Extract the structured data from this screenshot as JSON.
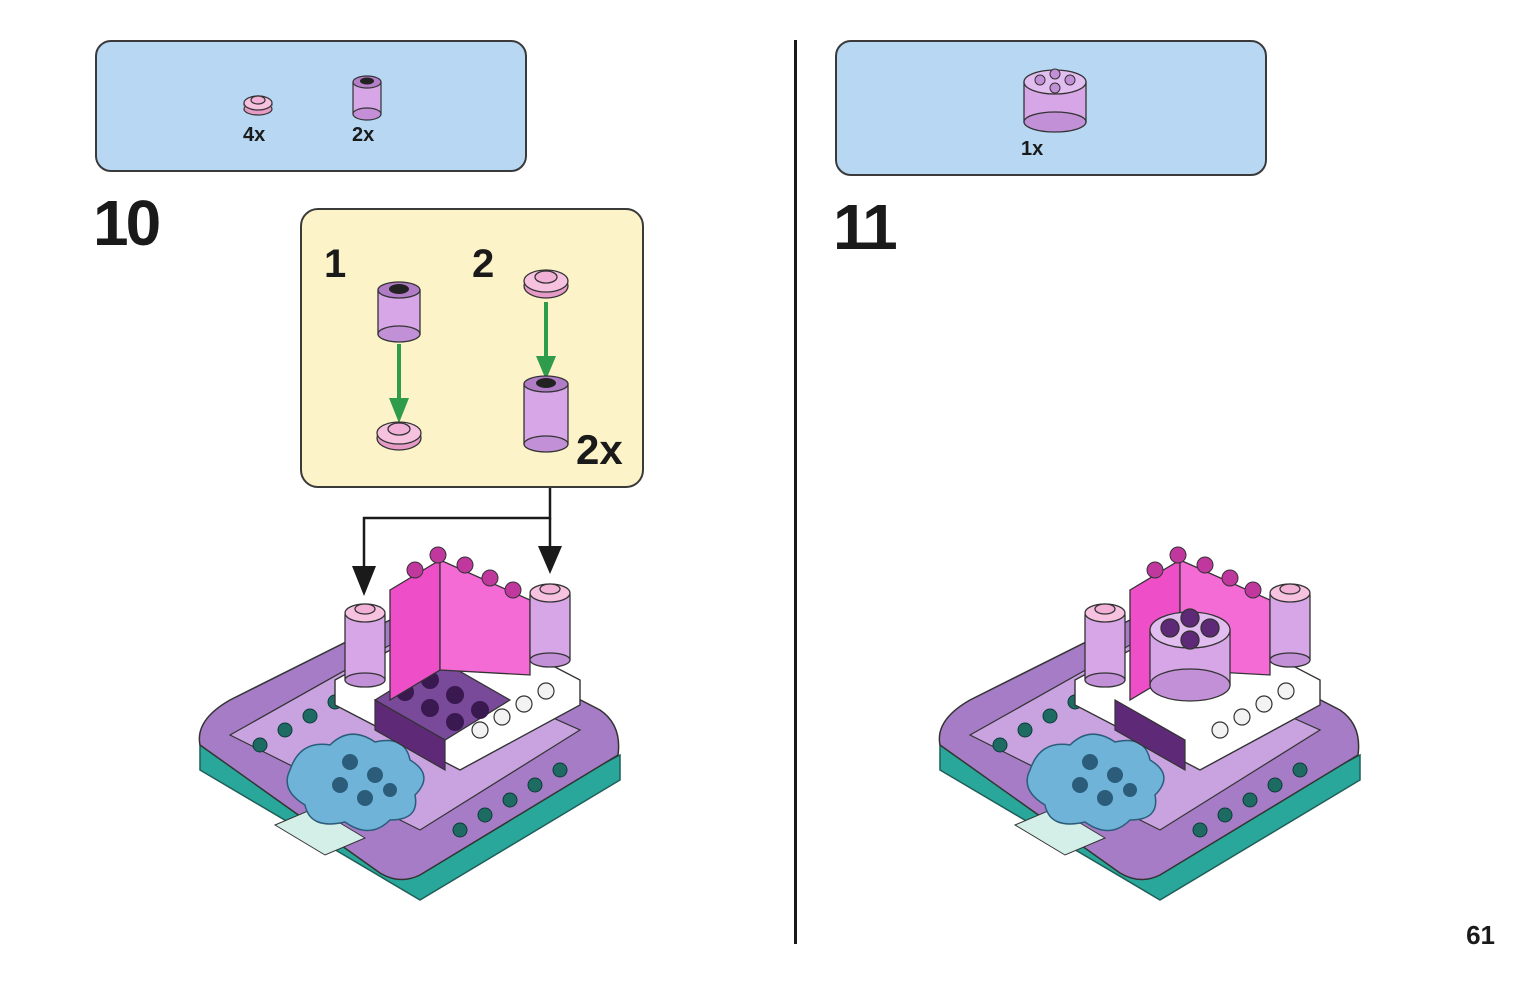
{
  "colors": {
    "parts_bg": "#b7d7f2",
    "subassembly_bg": "#fdf3c9",
    "arrow_green": "#2e9c4a",
    "lilac": "#d6a6e6",
    "pink_plate": "#f2b0d6",
    "magenta": "#ee4fc8",
    "dark_purple": "#5e2a78",
    "teal": "#2aa79b",
    "light_blue": "#6fb3d9"
  },
  "left": {
    "parts": [
      {
        "qty": "4x",
        "icon": "round-plate-1x1-pink-icon"
      },
      {
        "qty": "2x",
        "icon": "round-brick-1x1-lilac-icon"
      }
    ],
    "step_number": "10",
    "subassembly": {
      "steps": [
        "1",
        "2"
      ],
      "multiplier": "2x"
    }
  },
  "right": {
    "parts": [
      {
        "qty": "1x",
        "icon": "round-brick-2x2-lilac-icon"
      }
    ],
    "step_number": "11"
  },
  "page_number": "61"
}
